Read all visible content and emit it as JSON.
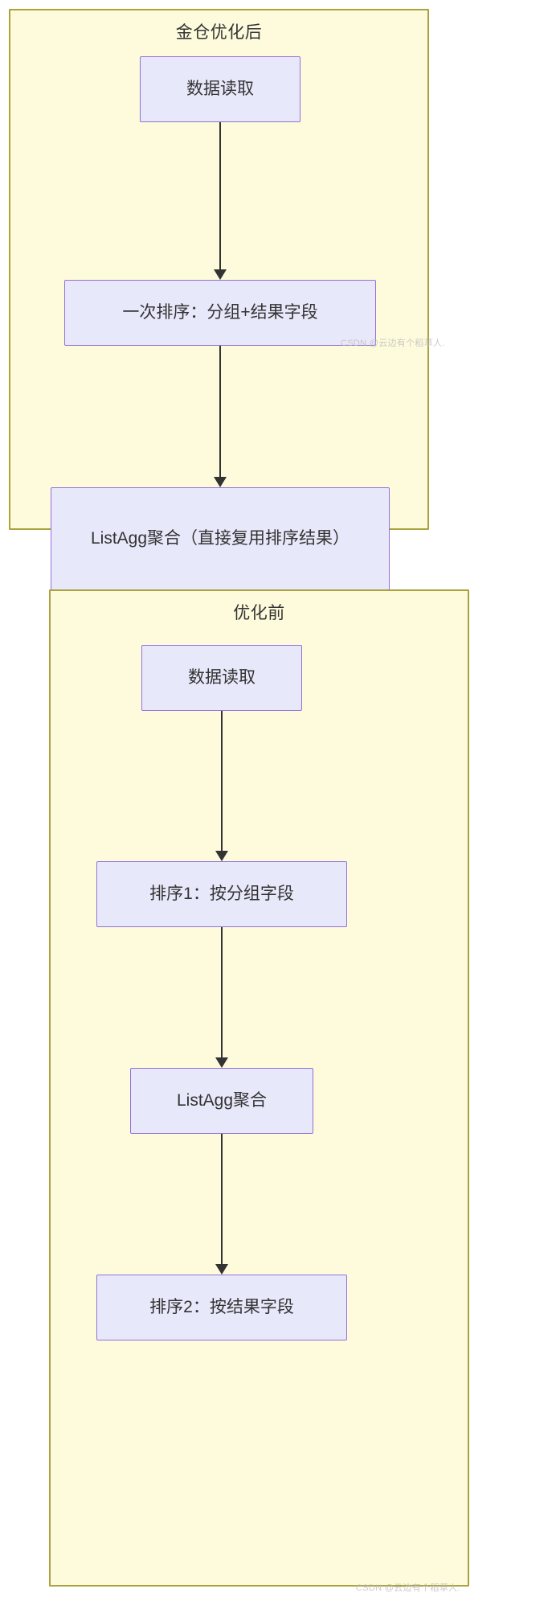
{
  "diagram": {
    "type": "flowchart",
    "direction": "top-to-bottom",
    "groups": [
      {
        "id": "after",
        "title": "金仓优化后",
        "nodes": [
          {
            "id": "after-read",
            "label": "数据读取"
          },
          {
            "id": "after-sort",
            "label": "一次排序：分组+结果字段"
          },
          {
            "id": "after-listagg",
            "label": "ListAgg聚合（直接复用排序结果）"
          }
        ],
        "edges": [
          {
            "from": "after-read",
            "to": "after-sort"
          },
          {
            "from": "after-sort",
            "to": "after-listagg"
          }
        ]
      },
      {
        "id": "before",
        "title": "优化前",
        "nodes": [
          {
            "id": "before-read",
            "label": "数据读取"
          },
          {
            "id": "before-sort1",
            "label": "排序1：按分组字段"
          },
          {
            "id": "before-listagg",
            "label": "ListAgg聚合"
          },
          {
            "id": "before-sort2",
            "label": "排序2：按结果字段"
          }
        ],
        "edges": [
          {
            "from": "before-read",
            "to": "before-sort1"
          },
          {
            "from": "before-sort1",
            "to": "before-listagg"
          },
          {
            "from": "before-listagg",
            "to": "before-sort2"
          }
        ]
      }
    ]
  },
  "watermarks": {
    "top": "CSDN @云边有个稻草人.",
    "bottom": "CSDN @云边有个稻草人."
  },
  "colors": {
    "page_background": "#ffffff",
    "group_fill": "#fdfbdc",
    "group_border": "#aaa33d",
    "node_fill": "#e8e8fb",
    "node_border": "#9370db",
    "edge": "#333333",
    "text": "#333333",
    "watermark": "#b9b9b9"
  }
}
